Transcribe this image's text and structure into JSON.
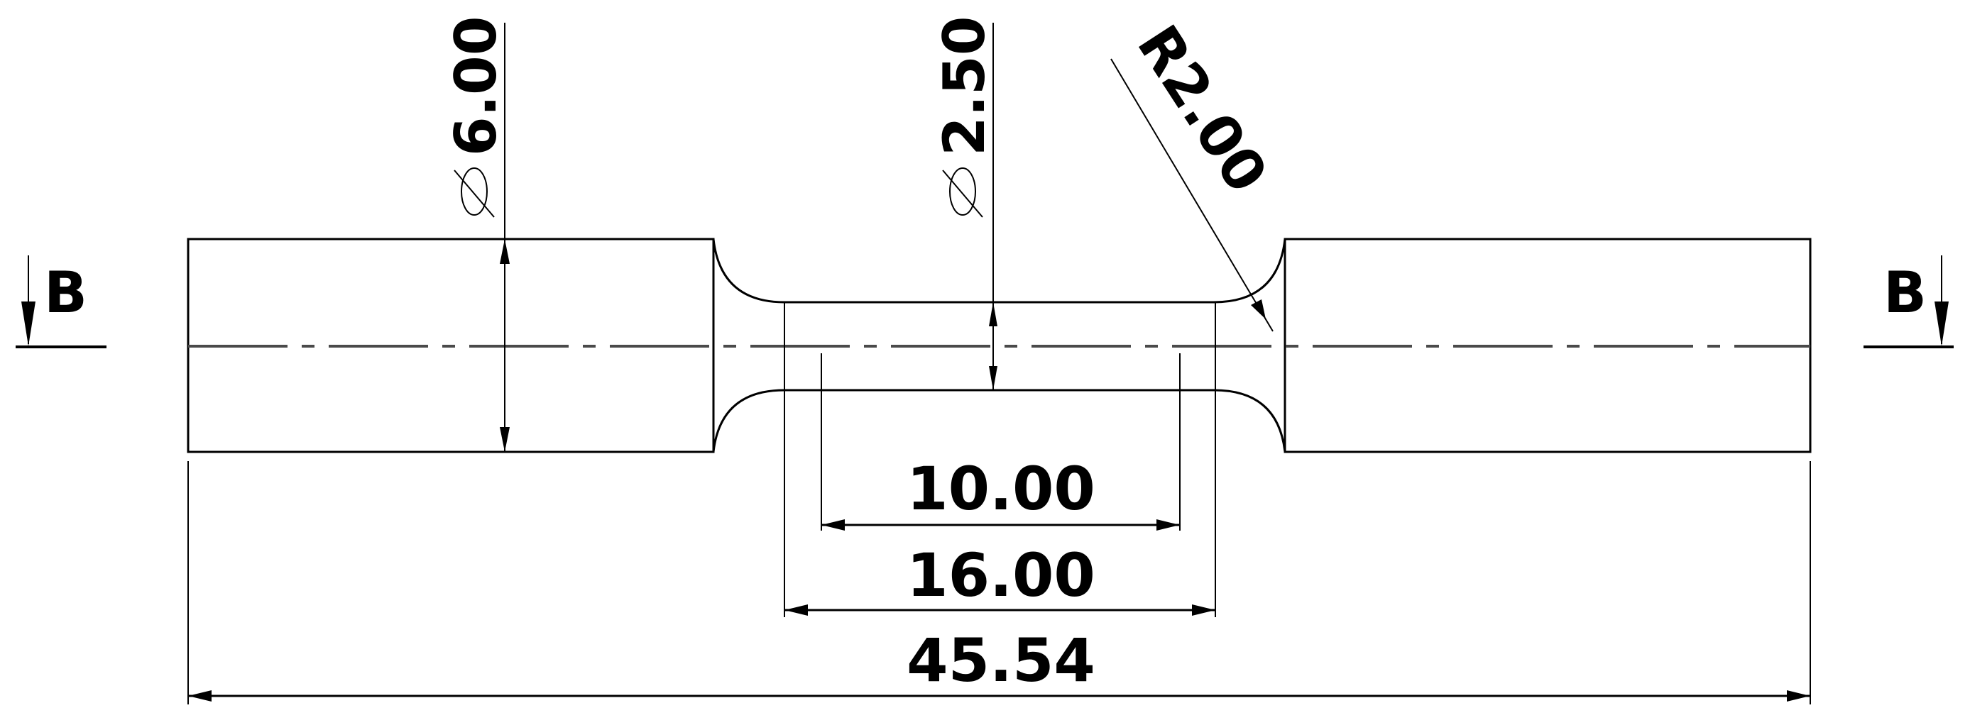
{
  "drawing": {
    "type": "technical-drawing",
    "subject": "dog-bone tensile specimen, side view",
    "units": "mm",
    "colors": {
      "line": "#000000",
      "centerline": "#4a4a4a",
      "background": "#ffffff"
    },
    "section_markers": [
      {
        "label": "B",
        "side": "left",
        "arrow": "down"
      },
      {
        "label": "B",
        "side": "right",
        "arrow": "down"
      }
    ],
    "dimensions": {
      "grip_diameter": {
        "symbol": "⌀",
        "value": "6.00",
        "type": "diameter"
      },
      "gauge_diameter": {
        "symbol": "⌀",
        "value": "2.50",
        "type": "diameter"
      },
      "fillet_radius": {
        "prefix": "R",
        "value": "2.00",
        "label": "R2.00",
        "type": "radius"
      },
      "gauge_length": {
        "value": "10.00",
        "type": "linear"
      },
      "reduced_length": {
        "value": "16.00",
        "type": "linear"
      },
      "overall_length": {
        "value": "45.54",
        "type": "linear"
      }
    }
  }
}
